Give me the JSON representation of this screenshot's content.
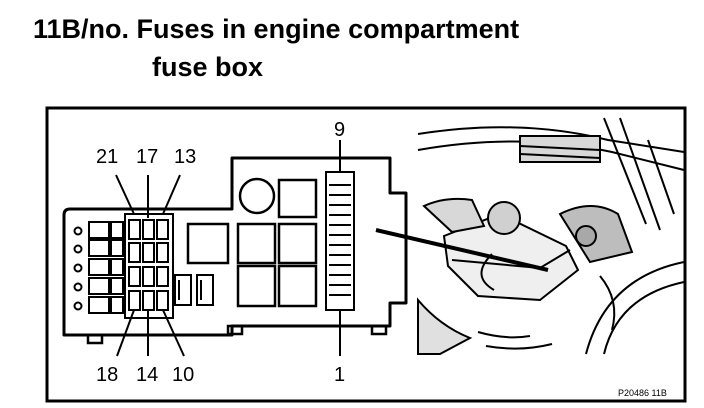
{
  "title": {
    "line1": "11B/no. Fuses in engine compartment",
    "line2": "fuse box"
  },
  "callouts": {
    "c21": "21",
    "c17": "17",
    "c13": "13",
    "c9": "9",
    "c18": "18",
    "c14": "14",
    "c10": "10",
    "c1": "1"
  },
  "reference_code": "P20486  11B",
  "colors": {
    "ink": "#000000",
    "paper": "#ffffff",
    "photo_shade": "#d8d8d8"
  }
}
